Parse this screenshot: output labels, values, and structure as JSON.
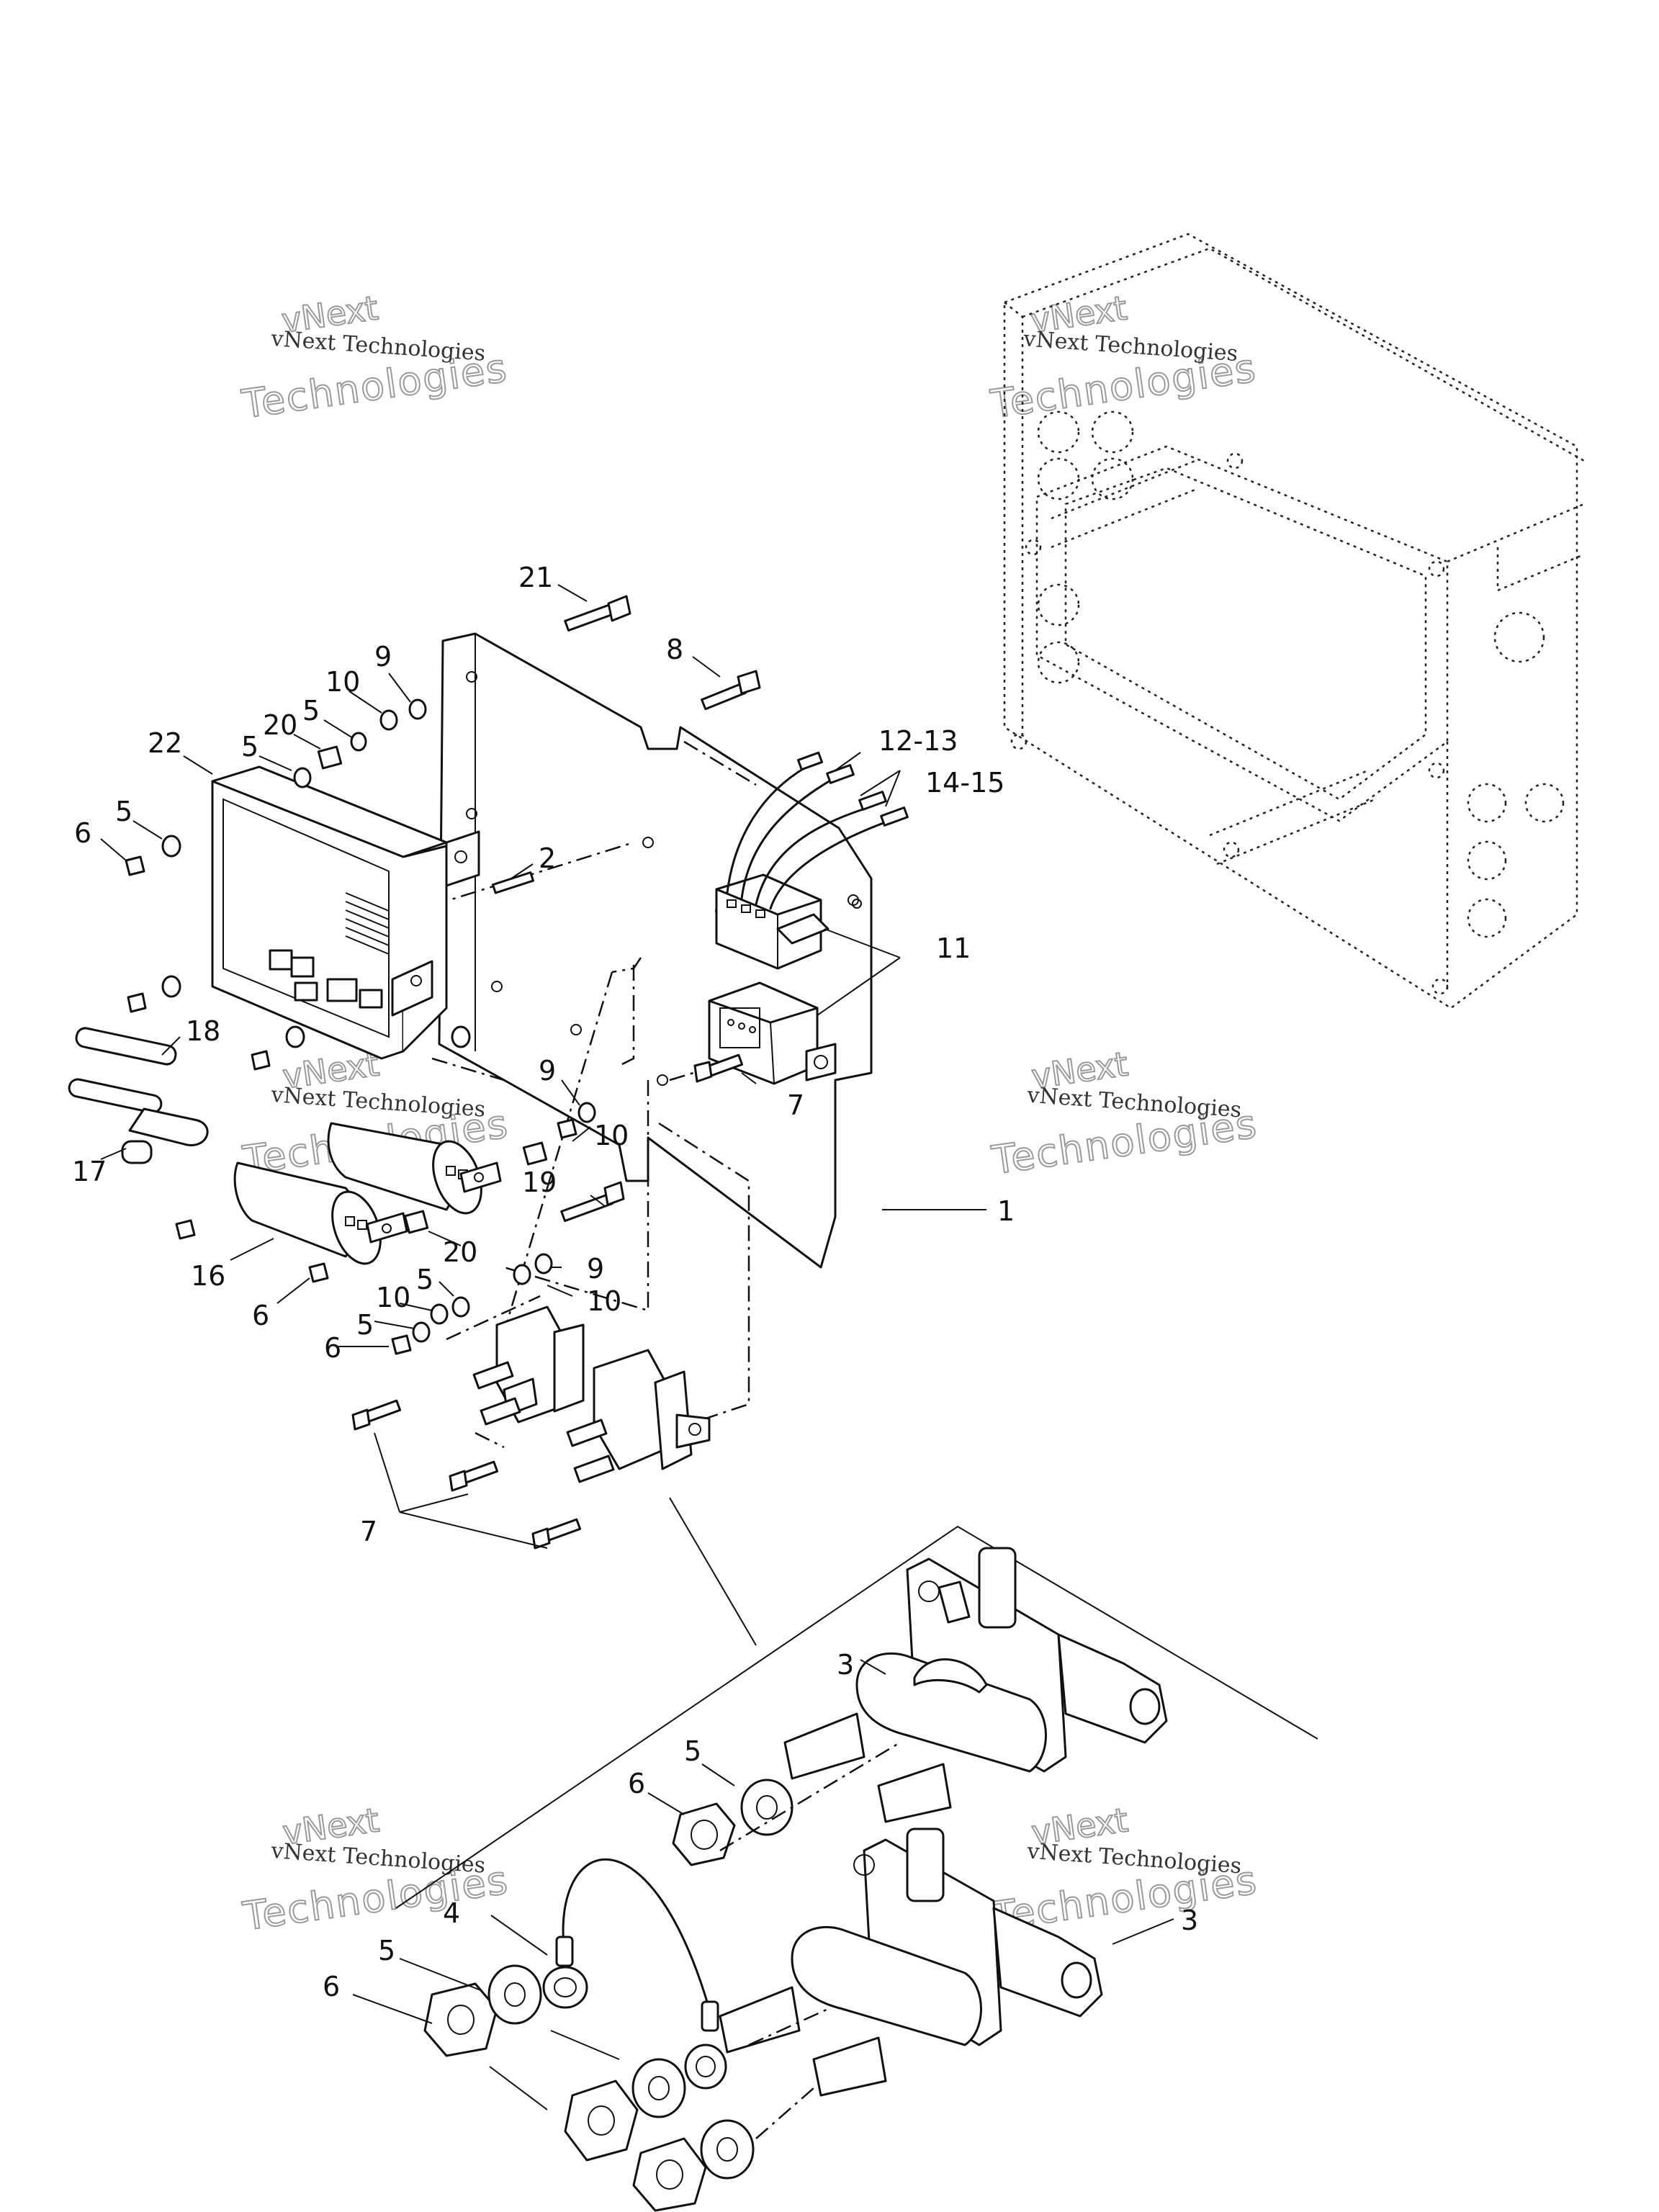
{
  "watermark": {
    "brand": "vNext",
    "name": "vNext Technologies",
    "word": "Technologies"
  },
  "callouts": {
    "c1": "1",
    "c2": "2",
    "c3a": "3",
    "c3b": "3",
    "c4": "4",
    "c5a": "5",
    "c5b": "5",
    "c5c": "5",
    "c5d": "5",
    "c5e": "5",
    "c5f": "5",
    "c5g": "5",
    "c6a": "6",
    "c6b": "6",
    "c6c": "6",
    "c6d": "6",
    "c6e": "6",
    "c7a": "7",
    "c7b": "7",
    "c8": "8",
    "c9a": "9",
    "c9b": "9",
    "c9c": "9",
    "c10a": "10",
    "c10b": "10",
    "c10c": "10",
    "c10d": "10",
    "c11": "11",
    "c12": "12-13",
    "c14": "14-15",
    "c16": "16",
    "c17": "17",
    "c18": "18",
    "c19": "19",
    "c20a": "20",
    "c20b": "20",
    "c21": "21",
    "c22": "22"
  }
}
